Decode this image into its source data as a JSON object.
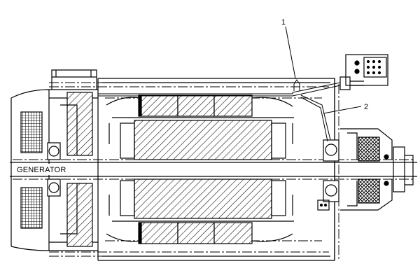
{
  "labels": {
    "generator": "GENERATOR",
    "callout_1": "1",
    "callout_2": "2"
  },
  "colors": {
    "ink": "#000000",
    "paper": "#ffffff"
  }
}
